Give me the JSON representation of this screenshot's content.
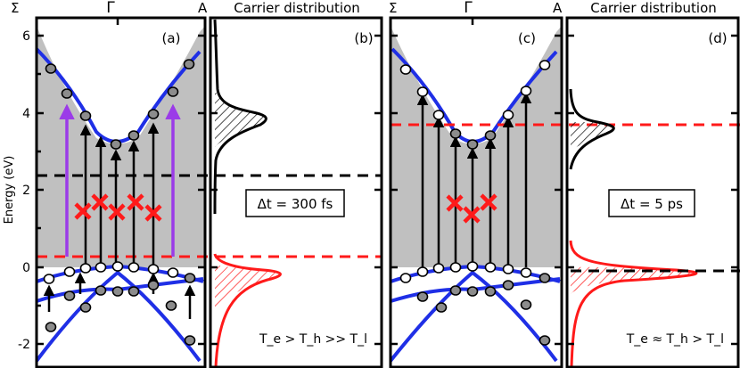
{
  "top_labels": {
    "k_left": "Σ",
    "k_center": "Γ",
    "k_right": "A",
    "carrier_distribution": "Carrier distribution"
  },
  "axis": {
    "ylabel": "Energy (eV)",
    "ticks": [
      "6",
      "4",
      "2",
      "0",
      "-2"
    ]
  },
  "panels": [
    {
      "label": "(a)"
    },
    {
      "label": "(b)",
      "delta_t": "Δt = 300 fs",
      "temperature_relation": "T_e > T_h >> T_l"
    },
    {
      "label": "(c)"
    },
    {
      "label": "(d)",
      "delta_t": "Δt = 5 ps",
      "temperature_relation": "T_e ≈ T_h > T_l"
    }
  ],
  "colors": {
    "band": "#1f2fe6",
    "fill": "#c0c0c0",
    "electron_dot": "#8c8c8c",
    "hole_dot": "#ffffff",
    "red_dash": "#ff1a1a",
    "black_dash": "#000000",
    "pump_arrow": "#9b3be8",
    "scatter_cross": "#ff1a1a"
  }
}
